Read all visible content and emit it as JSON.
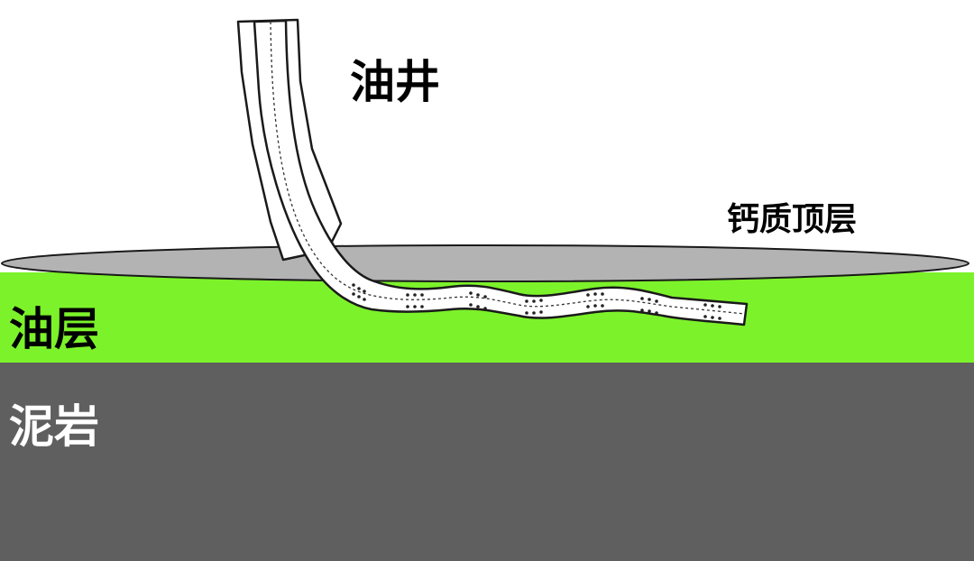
{
  "labels": {
    "well": "油井",
    "cap_layer": "钙质顶层",
    "oil_layer": "油层",
    "mudstone": "泥岩"
  },
  "colors": {
    "background": "#ffffff",
    "cap_layer_fill": "#b3b3b3",
    "oil_layer_fill": "#7cf22a",
    "mudstone_fill": "#5f5f5f",
    "well_fill": "#ffffff",
    "outline": "#1a1a1a"
  }
}
